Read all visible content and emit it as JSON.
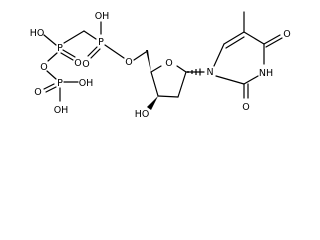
{
  "molecule": {
    "atoms": {
      "oh_p3_left": "HO",
      "p3": "P",
      "o_p3_double": "O",
      "o_bridge": "O",
      "p4": "P",
      "o_p4_double": "O",
      "oh_p4_right": "OH",
      "oh_p4_bottom": "OH",
      "oh_p2_top": "OH",
      "p2": "P",
      "o_p2_double": "O",
      "o_ester": "O",
      "o_ring": "O",
      "oh_c3": "HO",
      "n1": "N",
      "o_c4": "O",
      "nh_n3": "NH",
      "o_c2": "O"
    }
  }
}
